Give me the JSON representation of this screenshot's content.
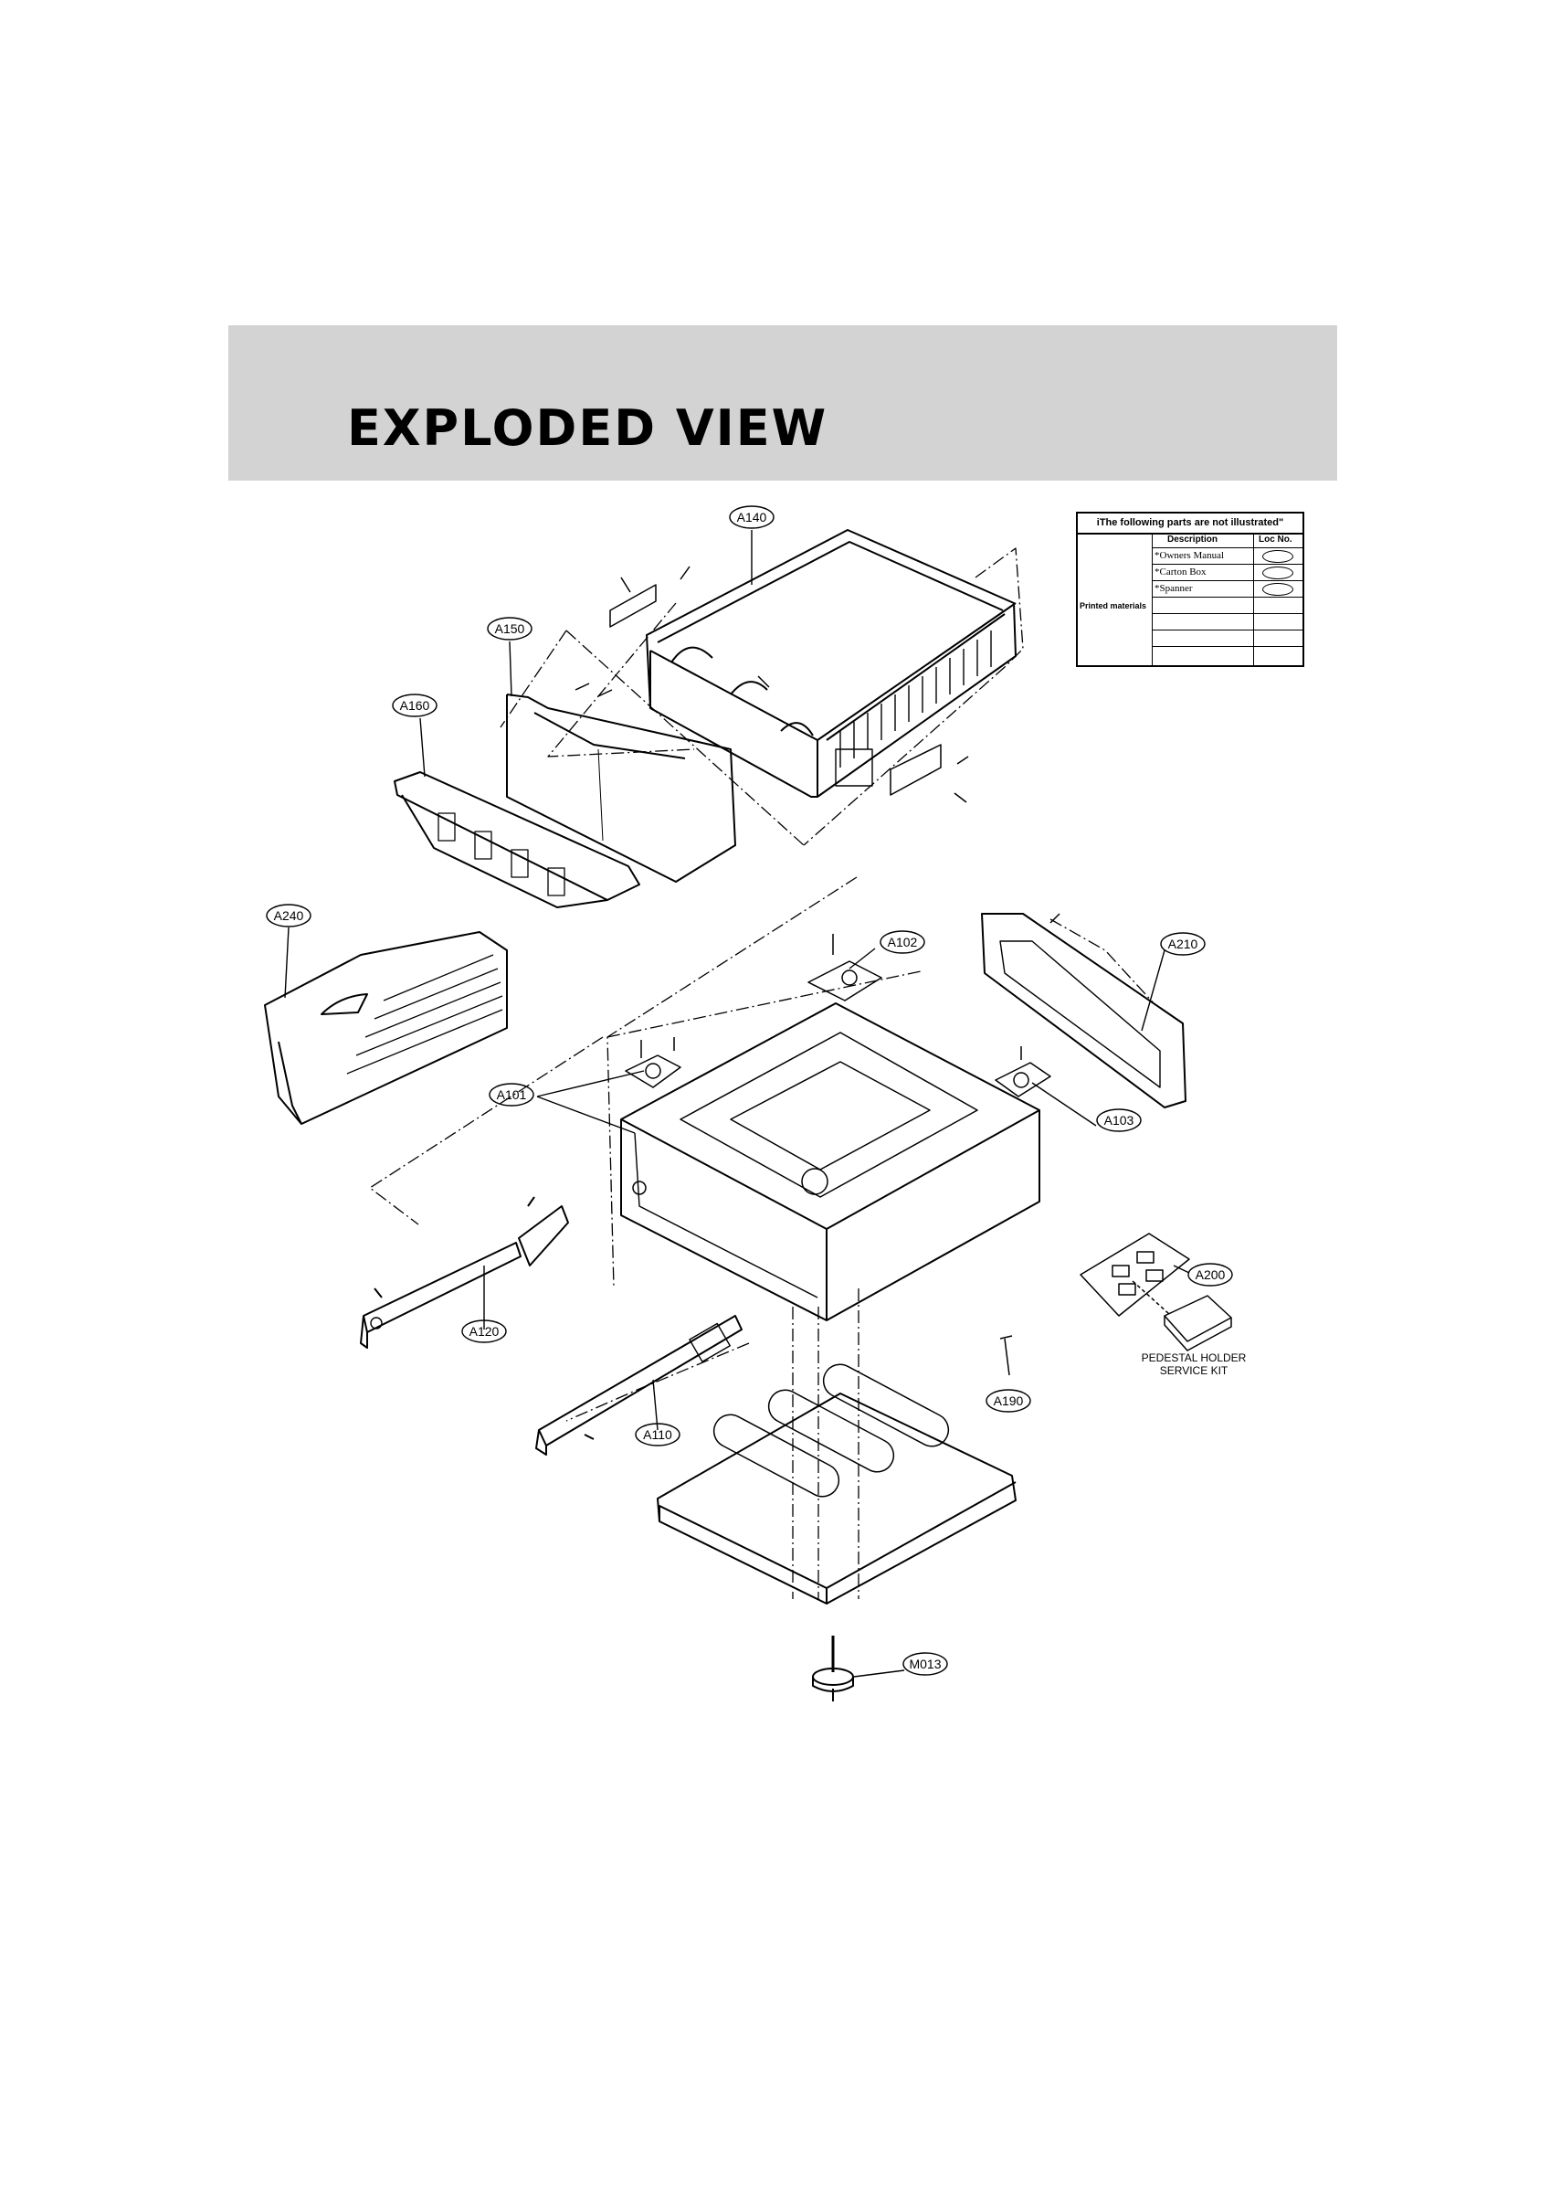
{
  "header": {
    "title": "EXPLODED VIEW"
  },
  "not_illustrated_table": {
    "title": "iThe following parts are not illustrated\"",
    "col_description": "Description",
    "col_loc": "Loc No.",
    "side_label": "Printed materials",
    "rows": [
      {
        "description": "*Owners Manual"
      },
      {
        "description": "*Carton Box"
      },
      {
        "description": "*Spanner"
      }
    ]
  },
  "callouts": {
    "A140": "A140",
    "A150": "A150",
    "A160": "A160",
    "A240": "A240",
    "A102": "A102",
    "A210": "A210",
    "A101": "A101",
    "A103": "A103",
    "A120": "A120",
    "A200": "A200",
    "A190": "A190",
    "A110": "A110",
    "M013": "M013"
  },
  "kit_label": {
    "line1": "PEDESTAL HOLDER",
    "line2": "SERVICE KIT"
  },
  "colors": {
    "header_band": "#d3d3d3",
    "line": "#000000",
    "paper": "#ffffff"
  }
}
